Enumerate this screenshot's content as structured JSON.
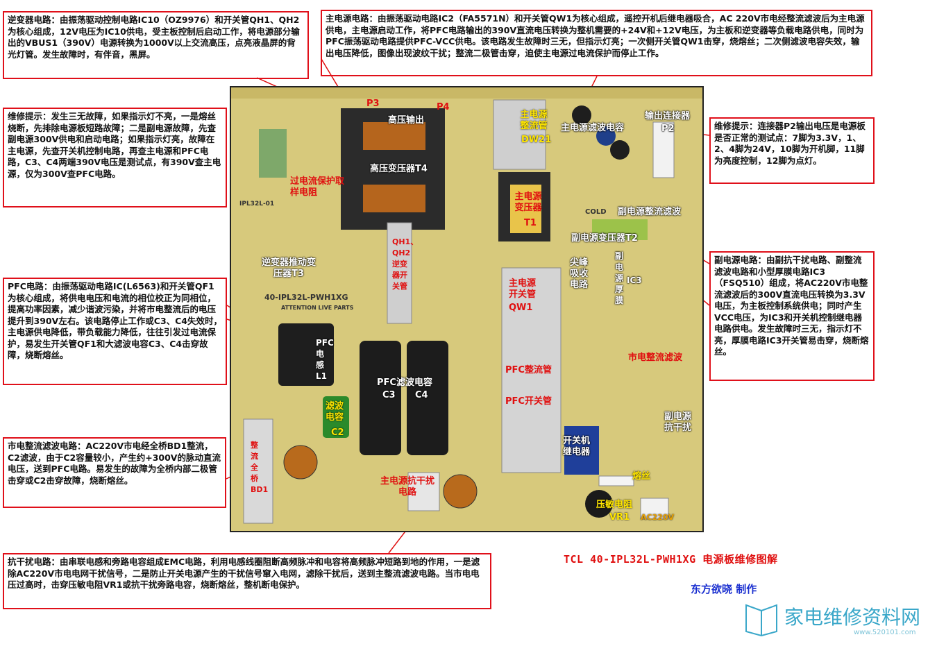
{
  "notes": {
    "inverter": "逆变器电路：由振荡驱动控制电路IC10（OZ9976）和开关管QH1、QH2为核心组成，12V电压为IC10供电，受主板控制后启动工作，将电源部分输出的VBUS1（390V）电源转换为1000V以上交流高压，点亮液晶屏的背光灯管。发生故障时，有伴音，黑屏。",
    "main_power": "主电源电路：由振荡驱动电路IC2（FA5571N）和开关管QW1为核心组成，遥控开机后继电器吸合，AC 220V市电经整流滤波后为主电源供电，主电源启动工作，将PFC电路输出的390V直流电压转换为整机需要的+24V和+12V电压，为主板和逆变器等负载电路供电，同时为PFC振荡驱动电路提供PFC-VCC供电。该电路发生故障时三无，但指示灯亮；一次侧开关管QW1击穿，烧熔丝；二次侧滤波电容失效，输出电压降低，图像出现波纹干扰；整流二极管击穿，迫使主电源过电流保护而停止工作。",
    "tip1": "维修提示：发生三无故障，如果指示灯不亮，一是熔丝烧断，先排除电源板短路故障；二是副电源故障，先查副电源300V供电和启动电路；如果指示灯亮，故障在主电源，先查开关机控制电路，再查主电源和PFC电路，C3、C4两端390V电压是测试点，有390V查主电源，仅为300V查PFC电路。",
    "tip2": "维修提示：连接器P2输出电压是电源板是否正常的测试点：7脚为3.3V，1、2、4脚为24V，10脚为开机脚，11脚为亮度控制，12脚为点灯。",
    "pfc": "PFC电路：由振荡驱动电路IC(L6563)和开关管QF1为核心组成，将供电电压和电流的相位校正为同相位，提高功率因素，减少谐波污染，并将市电整流后的电压提升到390V左右。该电路停止工作或C3、C4失效时，主电源供电降低，带负载能力降低，往往引发过电流保护，易发生开关管QF1和大滤波电容C3、C4击穿故障，烧断熔丝。",
    "sub_power": "副电源电路：由副抗干扰电路、副整流滤波电路和小型厚膜电路IC3（FSQ510）组成，将AC220V市电整流滤波后的300V直流电压转换为3.3V电压，为主板控制系统供电；同时产生VCC电压，为IC3和开关机控制继电器电路供电。发生故障时三无，指示灯不亮，厚膜电路IC3开关管易击穿，烧断熔丝。",
    "rectifier": "市电整流滤波电路：AC220V市电经全桥BD1整流，C2滤波，由于C2容量较小，产生约+300V的脉动直流电压，送到PFC电路。易发生的故障为全桥内部二极管击穿或C2击穿故障，烧断熔丝。",
    "emc": "抗干扰电路：由串联电感和旁路电容组成EMC电路，利用电感线圈阻断高频脉冲和电容将高频脉冲短路到地的作用，一是滤除AC220V市电电网干扰信号，二是防止开关电源产生的干扰信号窜入电网，滤除干扰后，送到主整流滤波电路。当市电电压过高时，击穿压敏电阻VR1或抗干扰旁路电容，烧断熔丝，整机断电保护。"
  },
  "board": {
    "labels": {
      "p3": "P3",
      "p4": "P4",
      "hv_out": "高压输出",
      "hv_transformer": "高压变压器T4",
      "ocp": "过电流保护取样电阻",
      "inv_drive": "逆变器推动变压器T3",
      "model": "40-IPL32L-PWH1XG",
      "attention": "ATTENTION LIVE PARTS",
      "qh": "QH1、QH2逆变器开关管",
      "pfc_l1": "PFC电感L1",
      "pfc_cap": "PFC滤波电容",
      "c3": "C3",
      "c4": "C4",
      "filter_cap": "滤波电容",
      "c2": "C2",
      "bridge": "整流全桥BD1",
      "main_emc": "主电源抗干扰电路",
      "main_rect": "主电源整流管",
      "dw21": "DW21",
      "main_filter": "主电源滤波电容",
      "out_conn": "输出连接器",
      "p2": "P2",
      "main_trans": "主电源变压器",
      "t1": "T1",
      "cold": "COLD",
      "sub_rect": "副电源整流滤波",
      "sub_trans": "副电源变压器T2",
      "snubber": "尖峰吸收电路",
      "sub_ic": "副电源厚膜",
      "ic3": "IC3",
      "main_sw": "主电源开关管",
      "qw1": "QW1",
      "pfc_rect": "PFC整流管",
      "pfc_sw": "PFC开关管",
      "mains_rect": "市电整流滤波",
      "sub_emc": "副电源抗干扰",
      "relay": "开关机继电器",
      "fuse": "熔丝",
      "varistor": "压敏电阻",
      "vr1": "VR1",
      "ac220": "AC220V",
      "ipl": "IPL32L-01"
    }
  },
  "title": "TCL 40-IPL32L-PWH1XG 电源板维修图解",
  "author": "东方欲晓 制作",
  "watermark": {
    "name": "家电维修资料网",
    "url": "www.520101.com"
  },
  "colors": {
    "accent": "#e01010",
    "board": "#d7c97c",
    "author": "#1a2fd0"
  }
}
